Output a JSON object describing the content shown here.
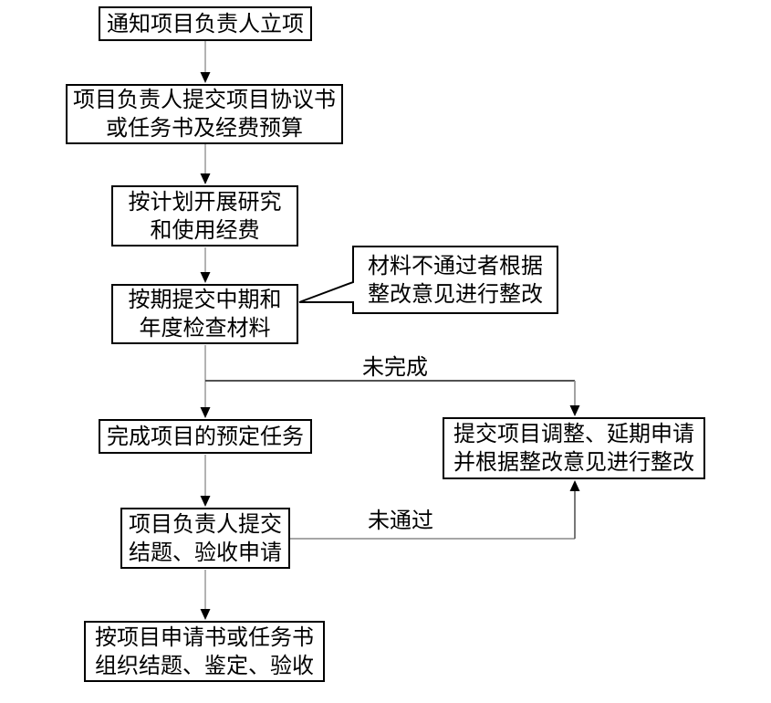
{
  "boxes": {
    "notify": {
      "line1": "通知项目负责人立项"
    },
    "submit_agreement": {
      "line1": "项目负责人提交项目协议书",
      "line2": "或任务书及经费预算"
    },
    "research": {
      "line1": "按计划开展研究",
      "line2": "和使用经费"
    },
    "midterm": {
      "line1": "按期提交中期和",
      "line2": "年度检查材料"
    },
    "callout": {
      "line1": "材料不通过者根据",
      "line2": "整改意见进行整改"
    },
    "complete": {
      "line1": "完成项目的预定任务"
    },
    "adjust": {
      "line1": "提交项目调整、延期申请",
      "line2": "并根据整改意见进行整改"
    },
    "apply_acceptance": {
      "line1": "项目负责人提交",
      "line2": "结题、验收申请"
    },
    "organize": {
      "line1": "按项目申请书或任务书",
      "line2": "组织结题、鉴定、验收"
    }
  },
  "labels": {
    "not_completed": "未完成",
    "not_passed": "未通过"
  },
  "colors": {
    "background": "#ffffff",
    "box_border": "#000000",
    "box_fill": "#ffffff",
    "text": "#000000",
    "connector_gray": "#a0a0a0",
    "connector_dark": "#3a3a3a",
    "connector_mid": "#707070",
    "arrowhead": "#000000"
  }
}
